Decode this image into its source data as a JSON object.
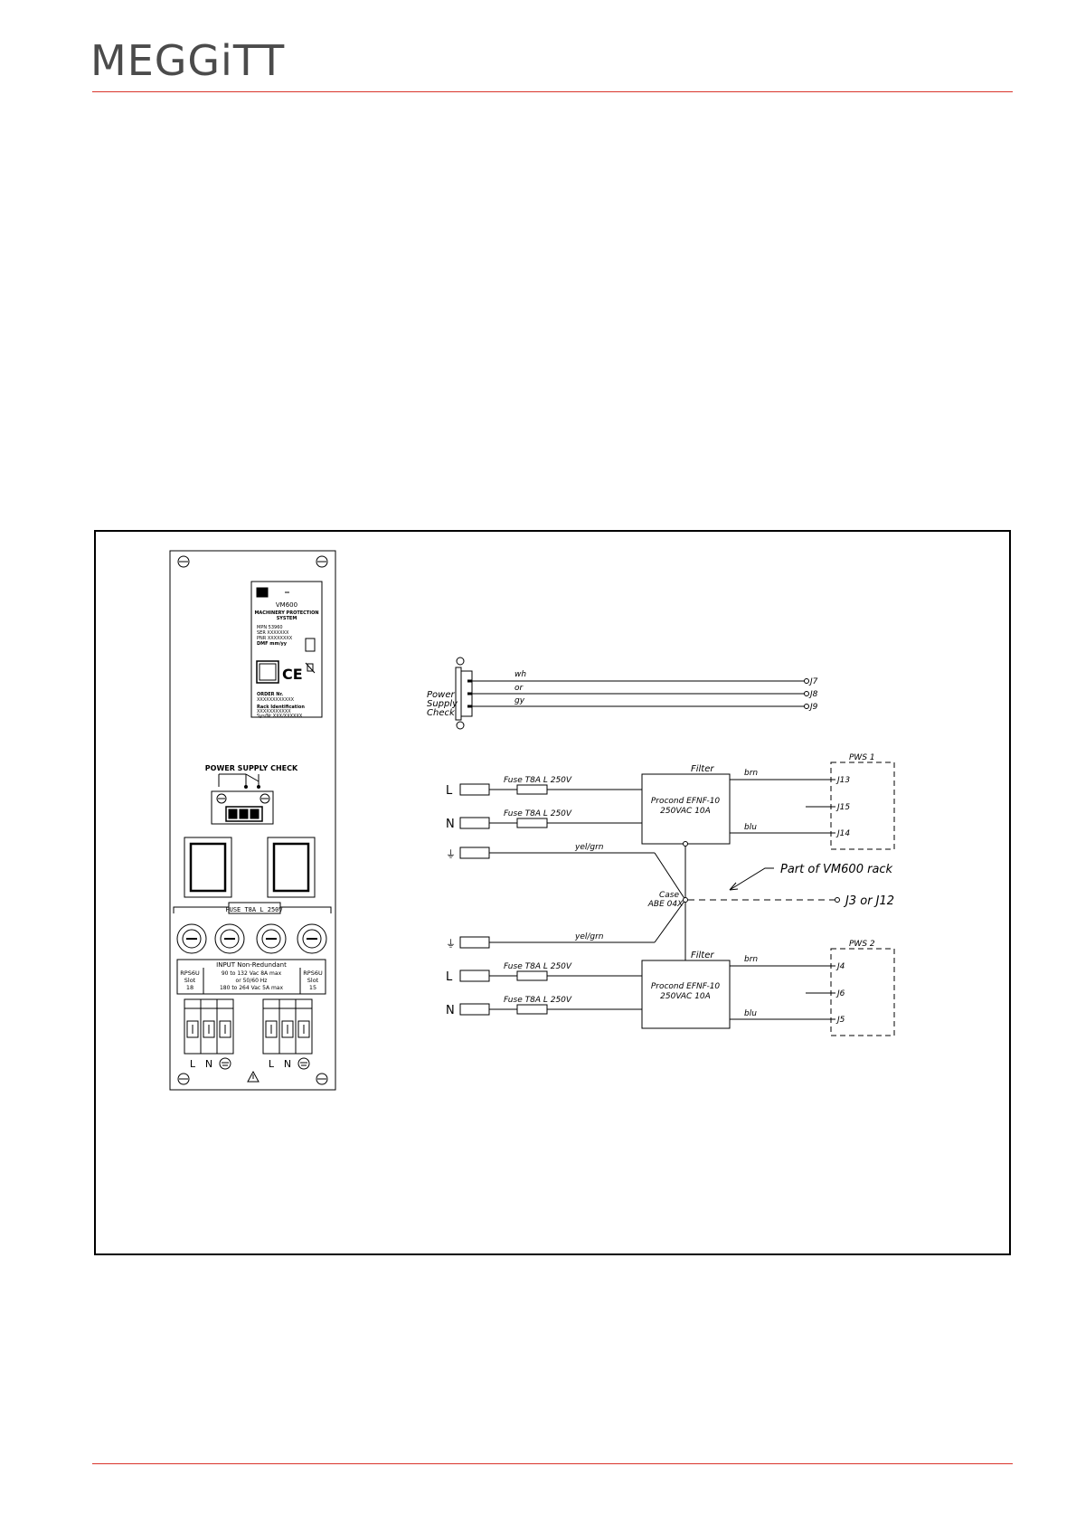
{
  "header": {
    "logo_text": "MEGGiTT"
  },
  "colors": {
    "accent_rule": "#d9342b",
    "logo_gray": "#4b4b4b",
    "line": "#000000"
  },
  "panel": {
    "label_product_line1": "VM600",
    "label_product_line2": "MACHINERY PROTECTION",
    "label_product_line3": "SYSTEM",
    "label_mpn": "MPN 53960",
    "label_ser": "SER XXXXXXX",
    "label_pnr": "PNR XXXXXXXX",
    "label_dmf": "DMF mm/yy",
    "label_ce": "CE",
    "label_order": "ORDER Nr.",
    "label_order_val": "XXXXXXXXXXXX",
    "label_rack": "Rack Identification",
    "label_rack_val": "XXXXXXXXXXX",
    "label_sysnr": "Sys/Nr XXX/XXXXXX",
    "power_supply_check": "POWER SUPPLY CHECK",
    "fuse_label": "FUSE T8A L 250V",
    "input_title": "INPUT Non-Redundant",
    "input_left_1": "RPS6U",
    "input_left_2": "Slot",
    "input_left_3": "18",
    "input_right_1": "RPS6U",
    "input_right_2": "Slot",
    "input_right_3": "15",
    "input_range_1": "90 to 132 Vac 8A max",
    "input_range_2": "or 50/60 Hz",
    "input_range_3": "180 to 264 Vac 5A max",
    "terminal_L": "L",
    "terminal_N": "N"
  },
  "schematic": {
    "psc_label_1": "Power",
    "psc_label_2": "Supply",
    "psc_label_3": "Check",
    "wire_wh": "wh",
    "wire_or": "or",
    "wire_gy": "gy",
    "j7": "J7",
    "j8": "J8",
    "j9": "J9",
    "L": "L",
    "N": "N",
    "fuse": "Fuse T8A L 250V",
    "filter": "Filter",
    "filter_name": "Procond EFNF-10",
    "filter_rating": "250VAC 10A",
    "brn": "brn",
    "blu": "blu",
    "yel_grn": "yel/grn",
    "pws1": "PWS 1",
    "pws2": "PWS 2",
    "j13": "J13",
    "j15": "J15",
    "j14": "J14",
    "j4": "J4",
    "j6": "J6",
    "j5": "J5",
    "case_1": "Case",
    "case_2": "ABE 04X",
    "part_of_rack": "Part of VM600 rack",
    "j3_j12": "J3 or J12"
  }
}
